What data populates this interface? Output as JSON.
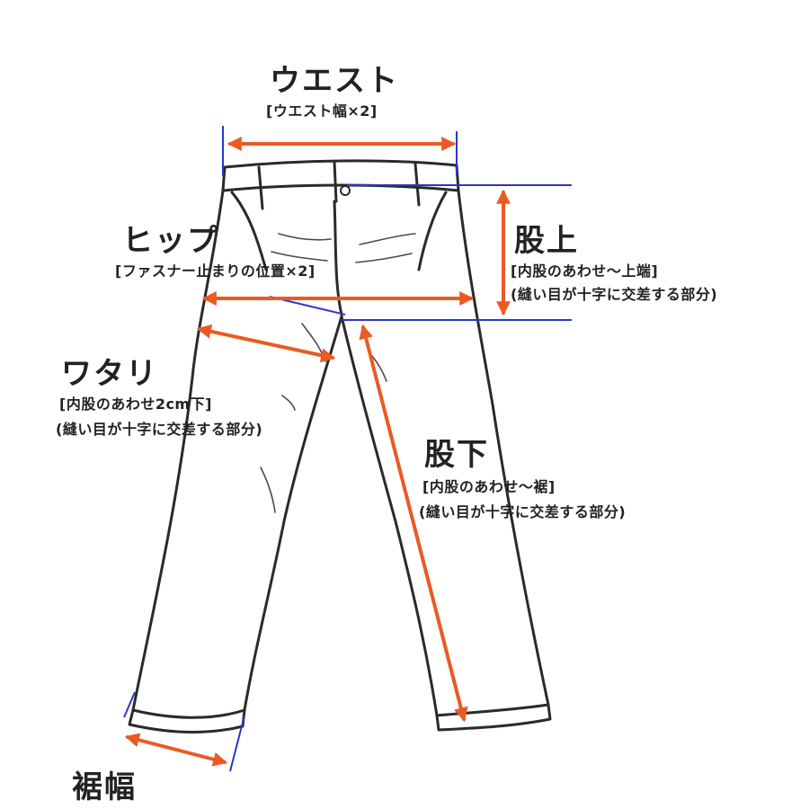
{
  "colors": {
    "measure": "#ea5a24",
    "guide": "#2d35c8",
    "ink": "#2a2a2a"
  },
  "labels": {
    "waist_title": "ウエスト",
    "waist_note": "[ウエスト幅×2]",
    "hip_title": "ヒップ",
    "hip_note": "[ファスナー止まりの位置×2]",
    "rise_title": "股上",
    "rise_note1": "[内股のあわせ～上端]",
    "rise_note2": "(縫い目が十字に交差する部分)",
    "thigh_title": "ワタリ",
    "thigh_note1": "[内股のあわせ2cm下]",
    "thigh_note2": "(縫い目が十字に交差する部分)",
    "inseam_title": "股下",
    "inseam_note1": "[内股のあわせ～裾]",
    "inseam_note2": "(縫い目が十字に交差する部分)",
    "hem_title": "裾幅"
  }
}
